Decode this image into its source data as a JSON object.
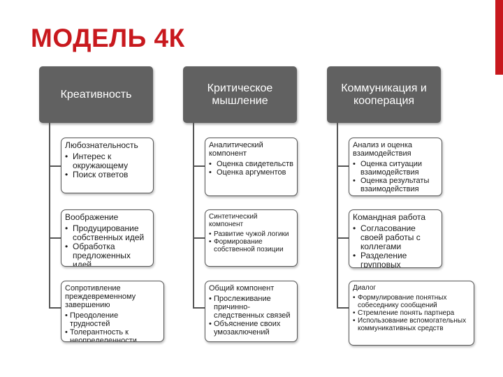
{
  "title": "МОДЕЛЬ 4К",
  "colors": {
    "accent": "#c8191e",
    "header_fill": "#616161",
    "line": "#555555"
  },
  "columns": [
    {
      "header": "Креативность",
      "cards": [
        {
          "title": "Любознательность",
          "items": [
            "Интерес к окружающему",
            "Поиск ответов"
          ]
        },
        {
          "title": "Воображение",
          "items": [
            "Продуцирование собственных идей",
            "Обработка предложенных идей"
          ]
        },
        {
          "title": "Сопротивление преждевременному завершению",
          "items": [
            "Преодоление трудностей",
            "Толерантность к неопределенности"
          ]
        }
      ]
    },
    {
      "header": "Критическое мышление",
      "cards": [
        {
          "title": "Аналитический компонент",
          "items": [
            "Оценка свидетельств",
            "Оценка аргументов"
          ]
        },
        {
          "title": "Синтетический компонент",
          "items": [
            "Развитие чужой логики",
            "Формирование собственной позиции"
          ]
        },
        {
          "title": "Общий компонент",
          "items": [
            "Прослеживание причинно-следственных связей",
            "Объяснение своих умозаключений"
          ]
        }
      ]
    },
    {
      "header": "Коммуникация и кооперация",
      "cards": [
        {
          "title": "Анализ и оценка взаимодействия",
          "items": [
            "Оценка ситуации взаимодействия",
            "Оценка результаты взаимодействия"
          ]
        },
        {
          "title": "Командная работа",
          "items": [
            "Согласование своей работы с коллегами",
            "Разделение групповых ценностей"
          ]
        },
        {
          "title": "Диалог",
          "items": [
            "Формулирование понятных собеседнику сообщений",
            "Стремление понять партнера",
            "Использование вспомогательных коммуникативных средств"
          ]
        }
      ]
    }
  ]
}
